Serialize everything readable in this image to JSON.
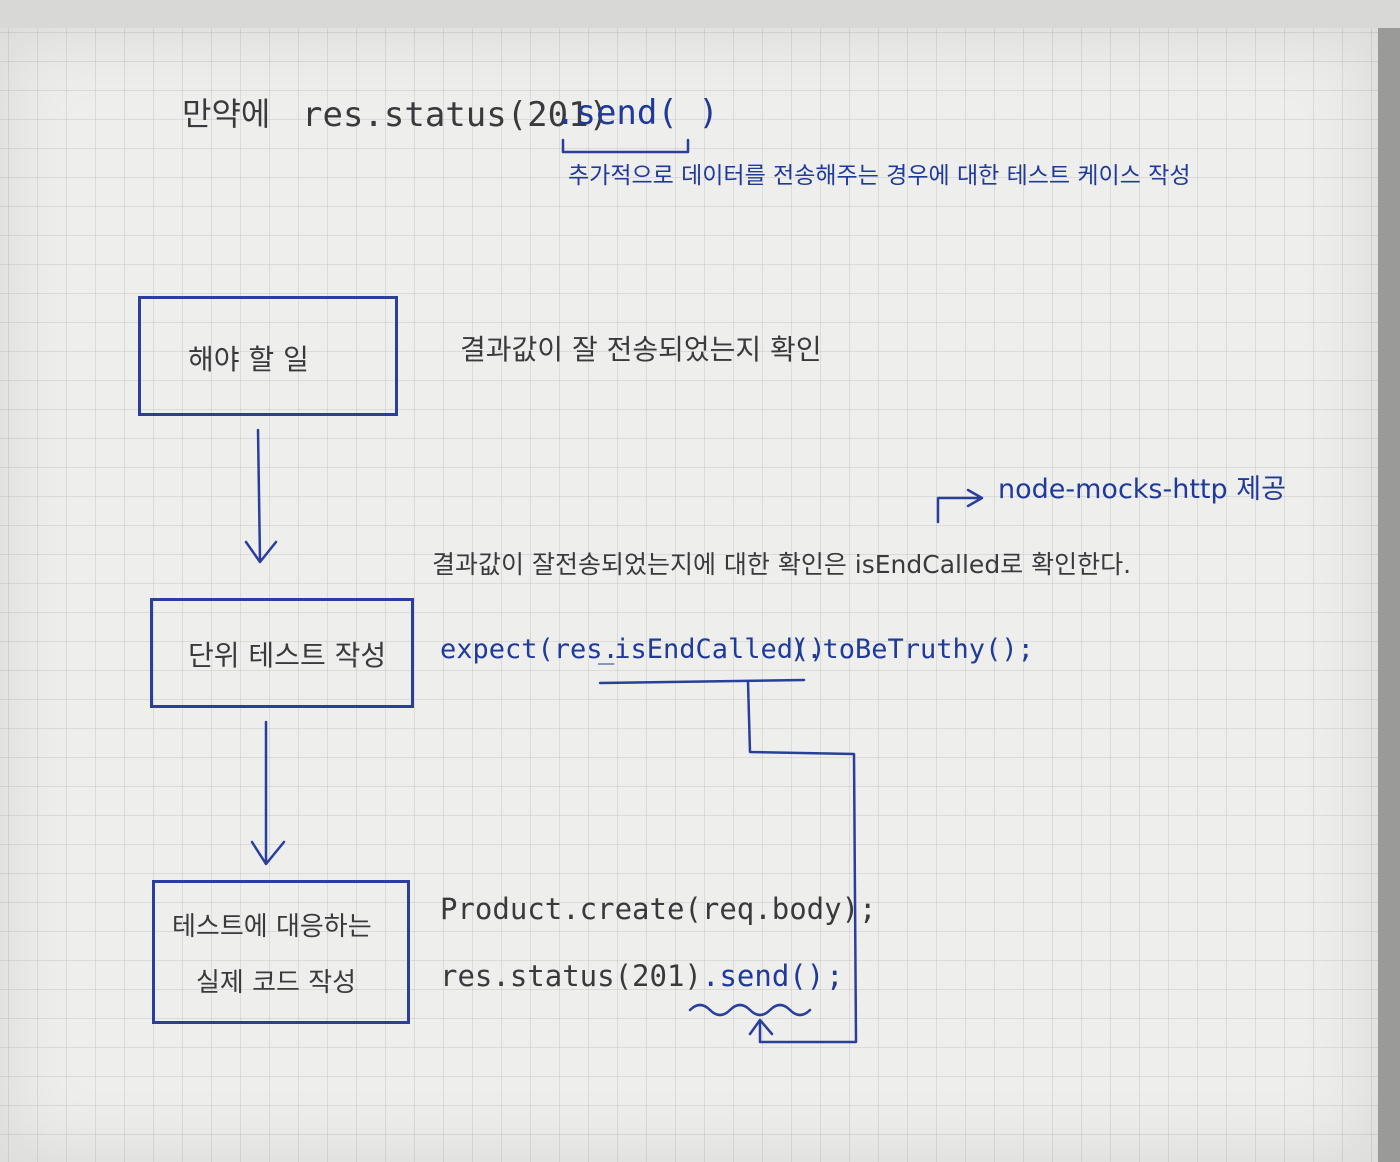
{
  "header": {
    "prefix": "만약에",
    "code_main": "res.status(201)",
    "code_highlight": ".send( )",
    "annotation": "추가적으로 데이터를 전송해주는 경우에 대한 테스트 케이스 작성"
  },
  "flow": {
    "step1": {
      "label": "해야 할 일",
      "note": "결과값이 잘 전송되었는지 확인"
    },
    "step2": {
      "label": "단위 테스트 작성",
      "provider_note": "node-mocks-http 제공",
      "note": "결과값이 잘전송되었는지에 대한 확인은 isEndCalled로 확인한다.",
      "code_expect_prefix": "expect(res.",
      "code_expect_method": "_isEndCalled()",
      "code_expect_suffix": ").toBeTruthy();"
    },
    "step3": {
      "label_line1": "테스트에 대응하는",
      "label_line2": "실제 코드 작성",
      "code_line1": "Product.create(req.body);",
      "code_line2_prefix": "res.status(201)",
      "code_line2_highlight": ".send()",
      "code_line2_suffix": ";"
    }
  },
  "colors": {
    "ink_blue": "#1f3a99",
    "pencil": "#3a3a3c",
    "paper": "#eeeeec",
    "grid": "#c8c8c6"
  }
}
